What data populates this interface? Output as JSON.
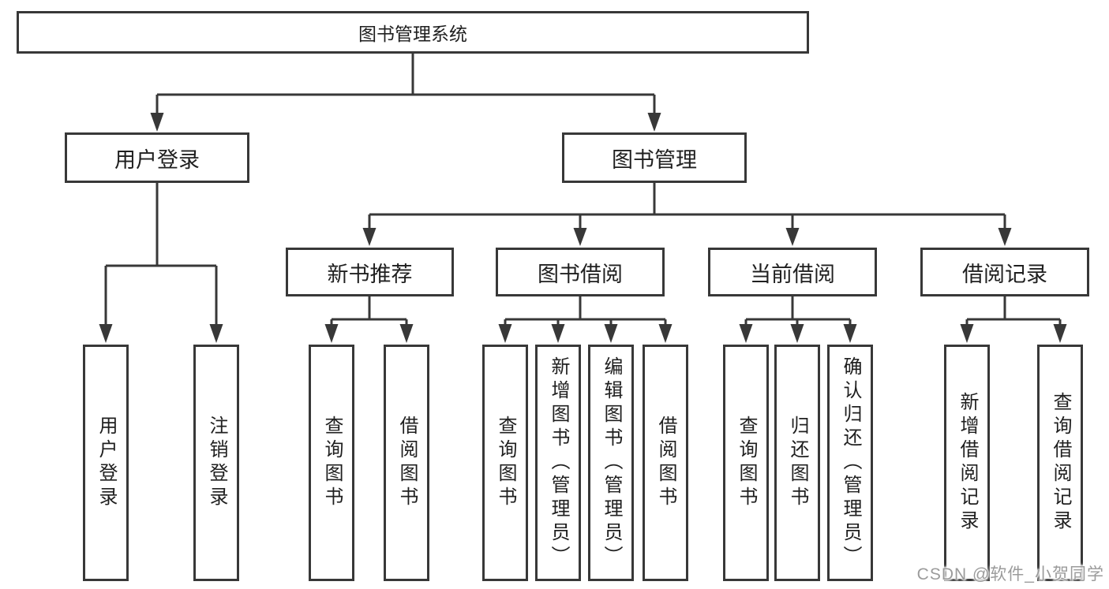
{
  "diagram": {
    "root": {
      "label": "图书管理系统"
    },
    "branches": [
      {
        "label": "用户登录",
        "children": [
          {
            "label": "用户登录"
          },
          {
            "label": "注销登录"
          }
        ]
      },
      {
        "label": "图书管理",
        "children": [
          {
            "label": "新书推荐",
            "children": [
              {
                "label": "查询图书"
              },
              {
                "label": "借阅图书"
              }
            ]
          },
          {
            "label": "图书借阅",
            "children": [
              {
                "label": "查询图书"
              },
              {
                "label": "新增图书（管理员）"
              },
              {
                "label": "编辑图书（管理员）"
              },
              {
                "label": "借阅图书"
              }
            ]
          },
          {
            "label": "当前借阅",
            "children": [
              {
                "label": "查询图书"
              },
              {
                "label": "归还图书"
              },
              {
                "label": "确认归还（管理员）"
              }
            ]
          },
          {
            "label": "借阅记录",
            "children": [
              {
                "label": "新增借阅记录"
              },
              {
                "label": "查询借阅记录"
              }
            ]
          }
        ]
      }
    ],
    "colors": {
      "line": "#383838",
      "box_border": "#383838",
      "text": "#1f1f1f",
      "background": "#ffffff",
      "watermark": "#9b9b9b"
    },
    "watermark": "CSDN @软件_小贺同学"
  }
}
